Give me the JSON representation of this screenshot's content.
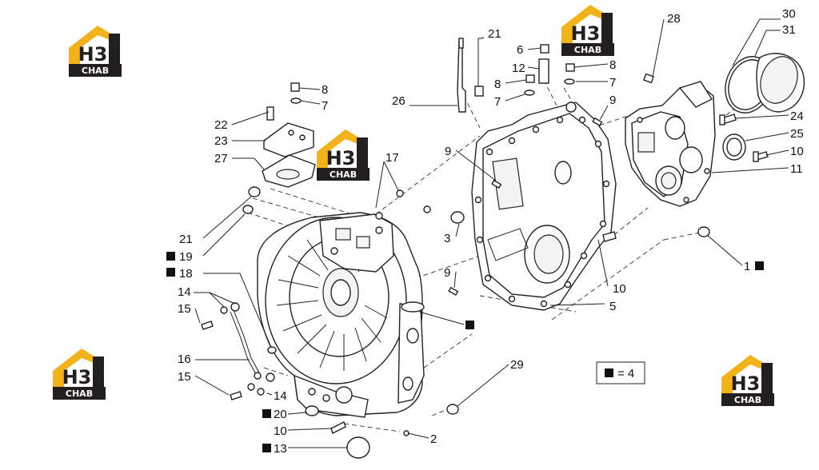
{
  "diagram": {
    "logo": {
      "mark": "H3",
      "caption": "CHAB",
      "color_primary": "#f2b21a",
      "color_dark": "#231f20"
    },
    "legend": {
      "marker": "square-icon",
      "text": "= 4"
    },
    "callouts": {
      "n1": "1",
      "n2": "2",
      "n3": "3",
      "n5": "5",
      "n6": "6",
      "n7a": "7",
      "n7b": "7",
      "n7c": "7",
      "n8a": "8",
      "n8b": "8",
      "n8c": "8",
      "n9a": "9",
      "n9b": "9",
      "n9c": "9",
      "n10a": "10",
      "n10b": "10",
      "n10c": "10",
      "n11": "11",
      "n12": "12",
      "n13": "13",
      "n14a": "14",
      "n14b": "14",
      "n15a": "15",
      "n15b": "15",
      "n16": "16",
      "n17": "17",
      "n18": "18",
      "n19": "19",
      "n20": "20",
      "n21a": "21",
      "n21b": "21",
      "n22": "22",
      "n23": "23",
      "n24": "24",
      "n25": "25",
      "n26": "26",
      "n27": "27",
      "n28": "28",
      "n29": "29",
      "n30": "30",
      "n31": "31"
    }
  }
}
